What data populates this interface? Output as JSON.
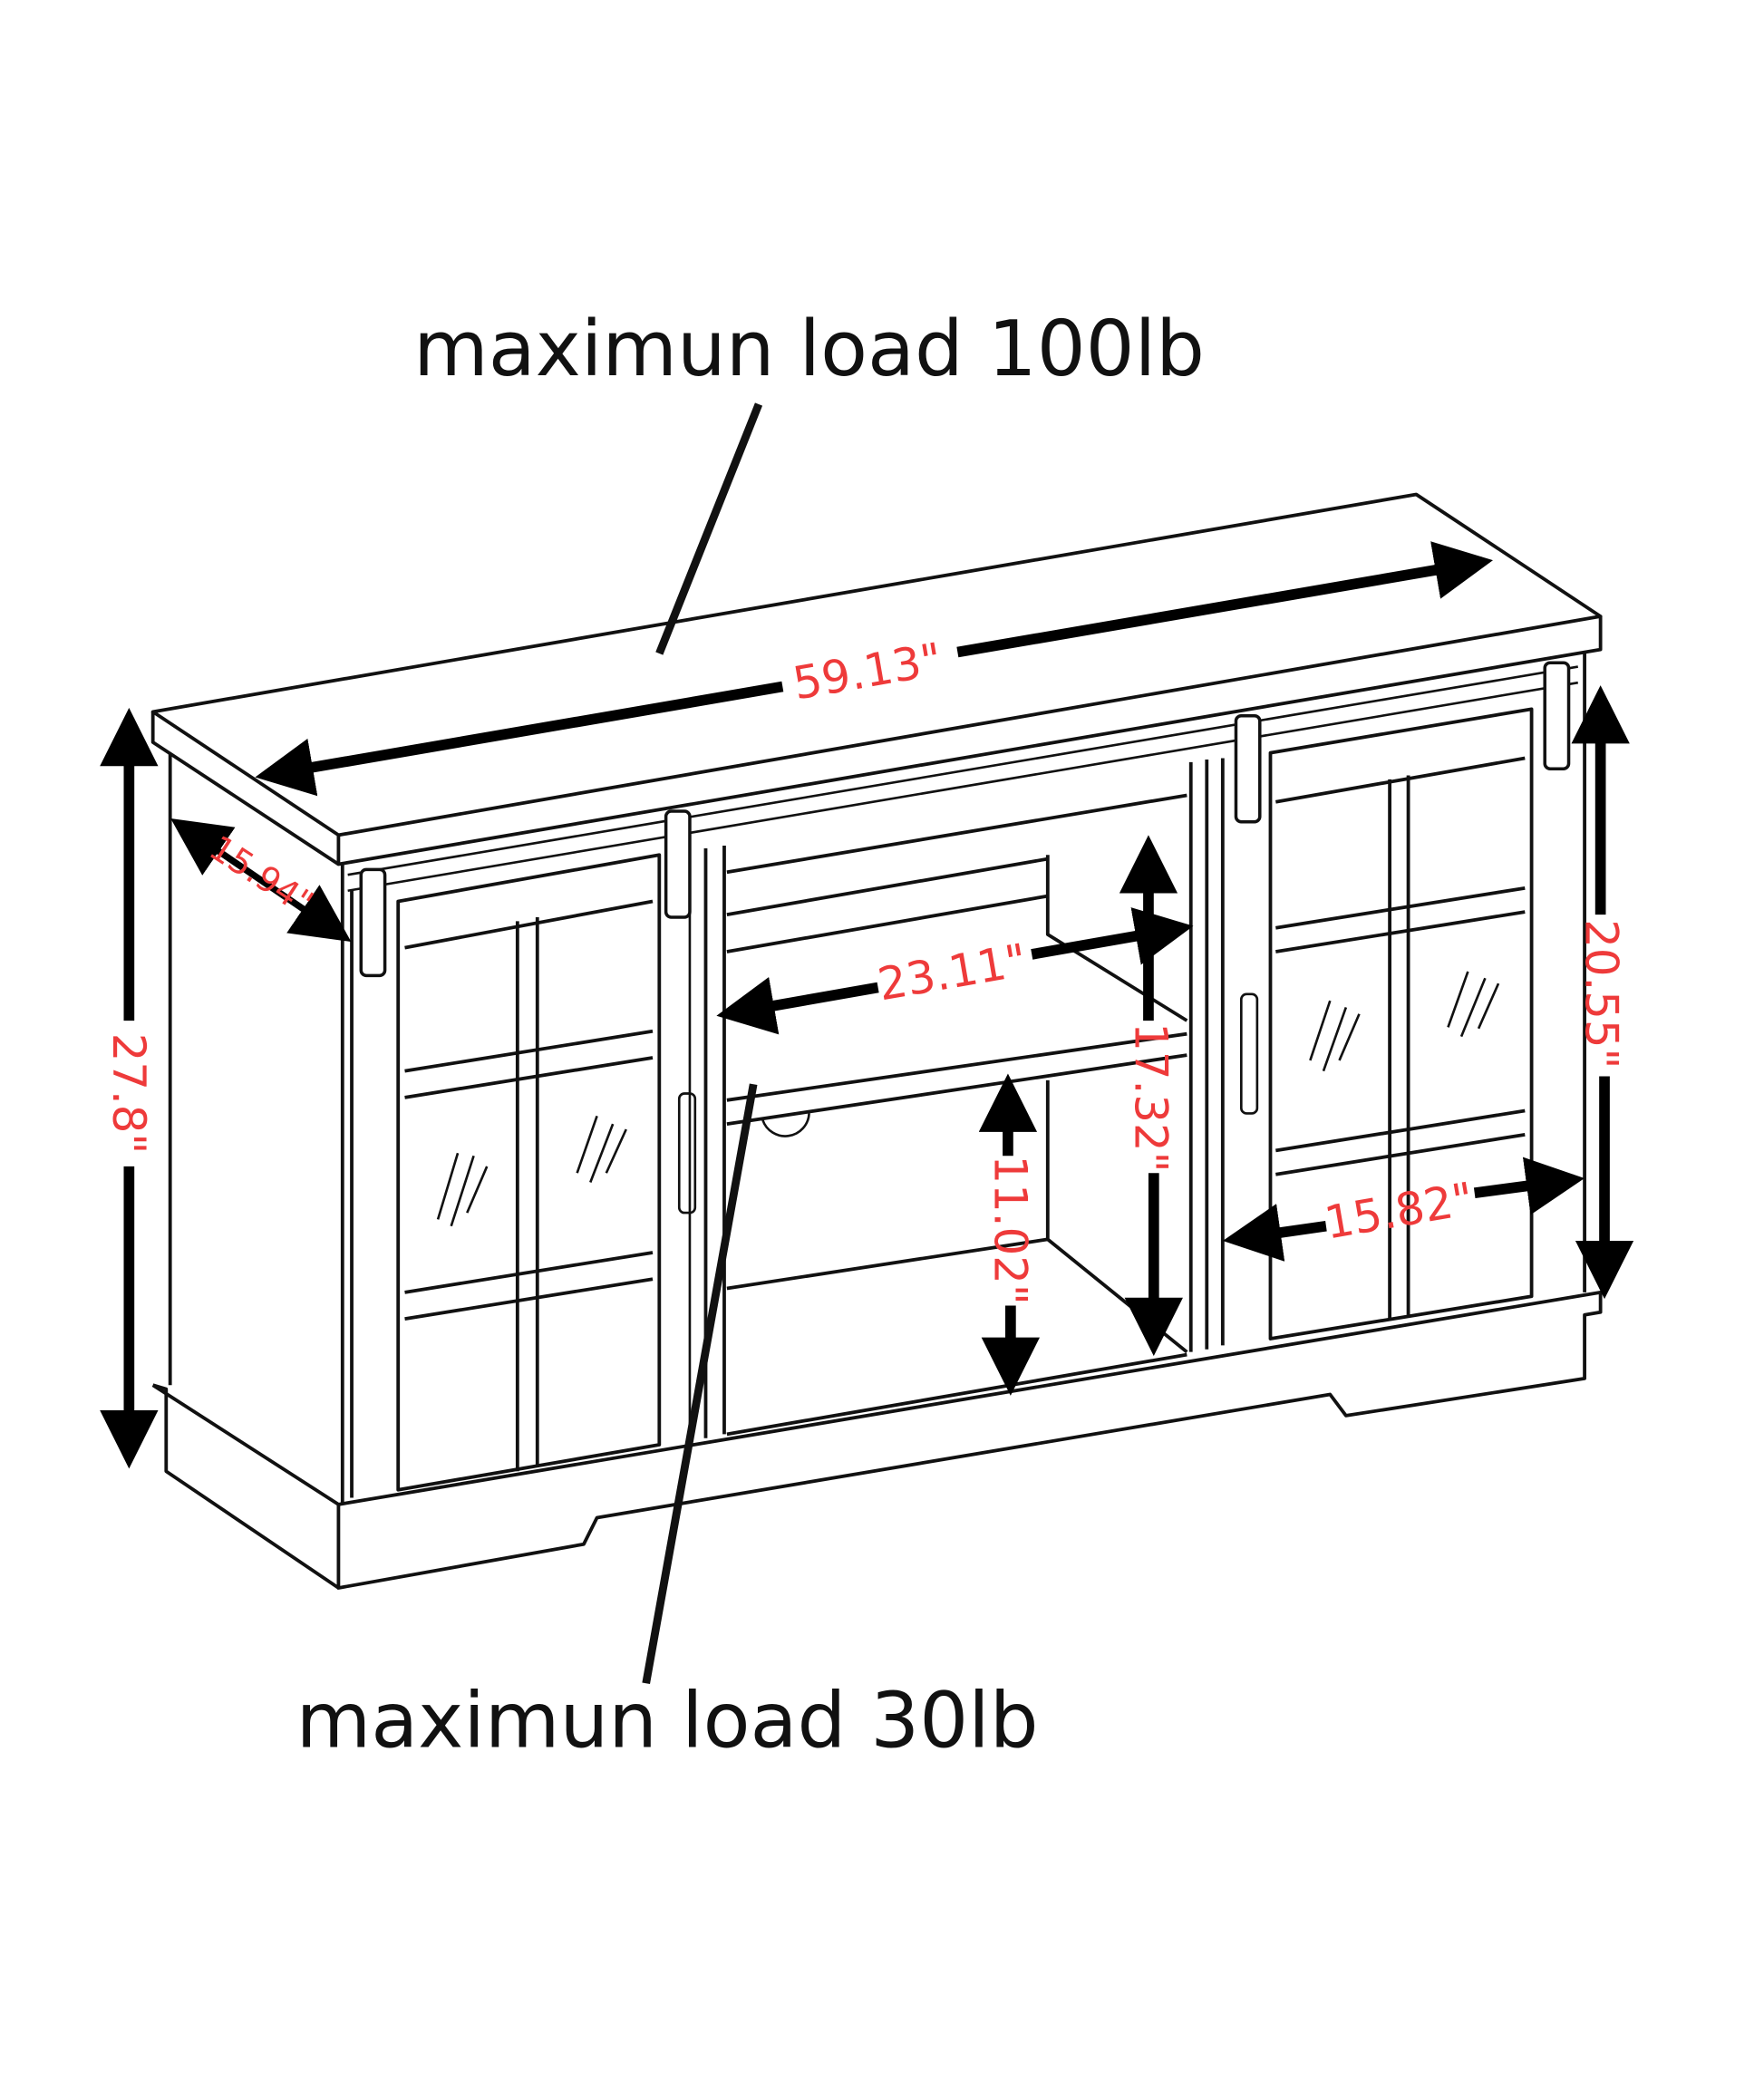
{
  "annotations": {
    "top_load": "maximun load 100lb",
    "shelf_load": "maximun load 30lb"
  },
  "dimensions": {
    "width": "59.13\"",
    "depth": "15.94\"",
    "height": "27.8\"",
    "shelf_width": "23.11\"",
    "upper_opening_height": "17.32\"",
    "lower_opening_height": "11.02\"",
    "door_height": "20.55\"",
    "door_width": "15.82\""
  },
  "colors": {
    "dimension_text": "#ee3a3a",
    "lines": "#111111"
  }
}
